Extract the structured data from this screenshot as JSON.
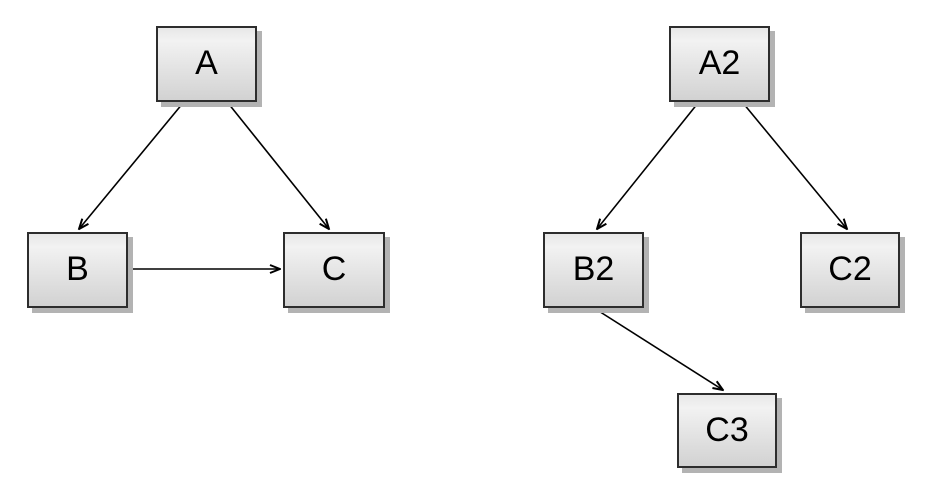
{
  "graphs": {
    "left": {
      "nodes": {
        "a": {
          "label": "A"
        },
        "b": {
          "label": "B"
        },
        "c": {
          "label": "C"
        }
      },
      "edges": [
        {
          "from": "A",
          "to": "B"
        },
        {
          "from": "A",
          "to": "C"
        },
        {
          "from": "B",
          "to": "C"
        }
      ]
    },
    "right": {
      "nodes": {
        "a2": {
          "label": "A2"
        },
        "b2": {
          "label": "B2"
        },
        "c2": {
          "label": "C2"
        },
        "c3": {
          "label": "C3"
        }
      },
      "edges": [
        {
          "from": "A2",
          "to": "B2"
        },
        {
          "from": "A2",
          "to": "C2"
        },
        {
          "from": "B2",
          "to": "C3"
        }
      ]
    }
  },
  "colors": {
    "canvas_bg": "#ffffff",
    "node_fill_top": "#e7e7e7",
    "node_fill_mid": "#f2f2f2",
    "node_fill_bottom": "#d2d2d2",
    "node_border": "#2d2d2d",
    "node_shadow": "#b3b3b3",
    "edge_color": "#000000",
    "text_color": "#000000"
  }
}
